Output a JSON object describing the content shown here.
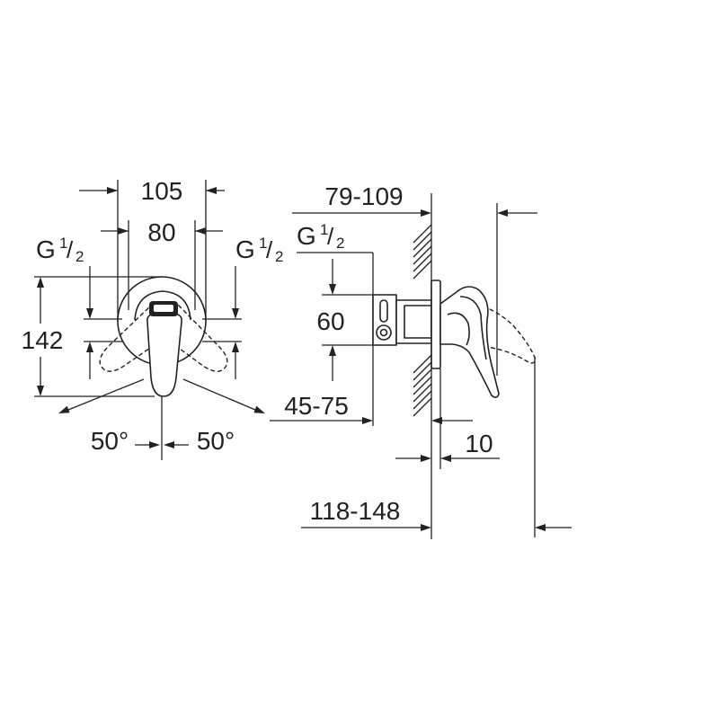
{
  "front_view": {
    "width_outer": "105",
    "width_inner": "80",
    "thread_left": {
      "letter": "G",
      "num": "1",
      "sep": "/",
      "den": "2"
    },
    "thread_right": {
      "letter": "G",
      "num": "1",
      "sep": "/",
      "den": "2"
    },
    "height": "142",
    "angle_left": "50°",
    "angle_right": "50°"
  },
  "side_view": {
    "projection_range": "79-109",
    "thread": {
      "letter": "G",
      "num": "1",
      "sep": "/",
      "den": "2"
    },
    "connection_spacing": "60",
    "wall_depth": "45-75",
    "rosette_thickness": "10",
    "total_projection": "118-148"
  },
  "colors": {
    "line": "#222222",
    "background": "#ffffff"
  }
}
